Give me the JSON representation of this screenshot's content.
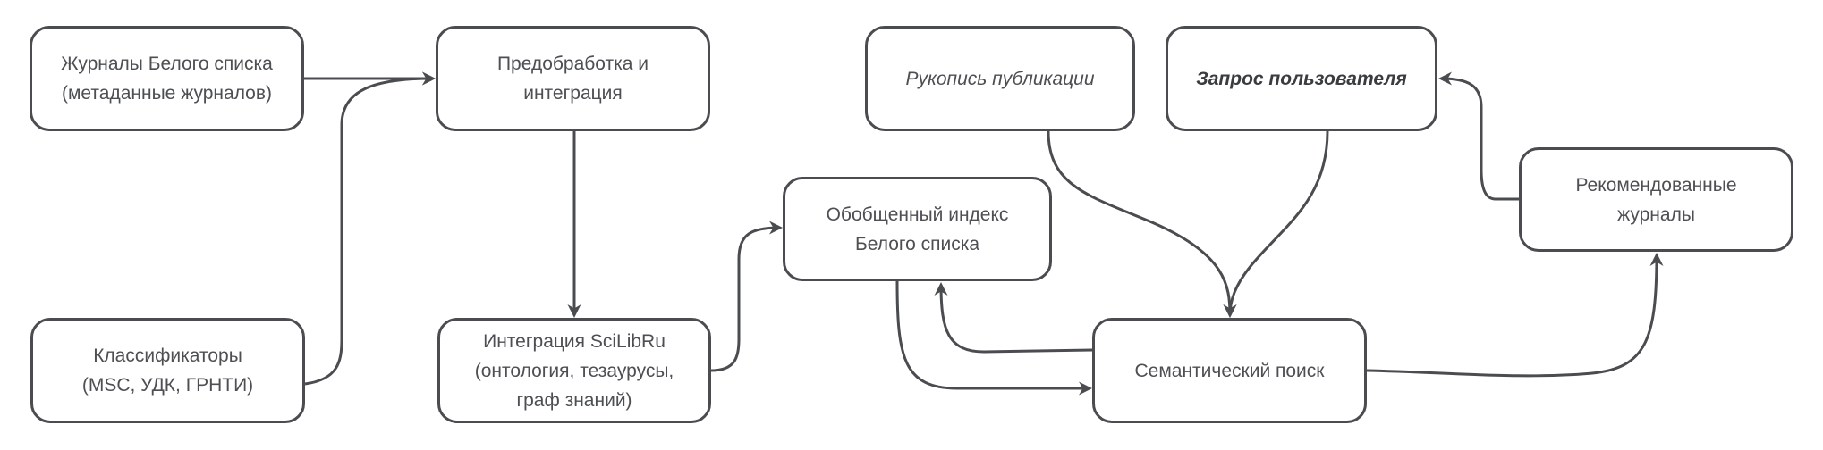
{
  "diagram": {
    "nodes": {
      "whitelist_journals": {
        "lines": [
          "Журналы Белого списка",
          "(метаданные журналов)"
        ]
      },
      "preprocessing": {
        "lines": [
          "Предобработка и",
          "интеграция"
        ]
      },
      "classifiers": {
        "lines": [
          "Классификаторы",
          "(MSC, УДК, ГРНТИ)"
        ]
      },
      "scilibru": {
        "lines": [
          "Интеграция SciLibRu",
          "(онтология, тезаурусы,",
          "граф знаний)"
        ]
      },
      "generalized_index": {
        "lines": [
          "Обобщенный индекс",
          "Белого списка"
        ]
      },
      "manuscript": {
        "lines": [
          "Рукопись публикации"
        ]
      },
      "user_query": {
        "lines": [
          "Запрос пользователя"
        ]
      },
      "recommended": {
        "lines": [
          "Рекомендованные",
          "журналы"
        ]
      },
      "semantic_search": {
        "lines": [
          "Семантический поиск"
        ]
      }
    },
    "edges": [
      {
        "from": "whitelist_journals",
        "to": "preprocessing"
      },
      {
        "from": "classifiers",
        "to": "preprocessing"
      },
      {
        "from": "preprocessing",
        "to": "scilibru"
      },
      {
        "from": "scilibru",
        "to": "generalized_index"
      },
      {
        "from": "generalized_index",
        "to": "semantic_search"
      },
      {
        "from": "semantic_search",
        "to": "generalized_index"
      },
      {
        "from": "manuscript",
        "to": "semantic_search"
      },
      {
        "from": "user_query",
        "to": "semantic_search"
      },
      {
        "from": "semantic_search",
        "to": "recommended"
      },
      {
        "from": "recommended",
        "to": "user_query"
      }
    ],
    "colors": {
      "stroke": "#4a4c50",
      "text": "#4d4f53"
    }
  }
}
